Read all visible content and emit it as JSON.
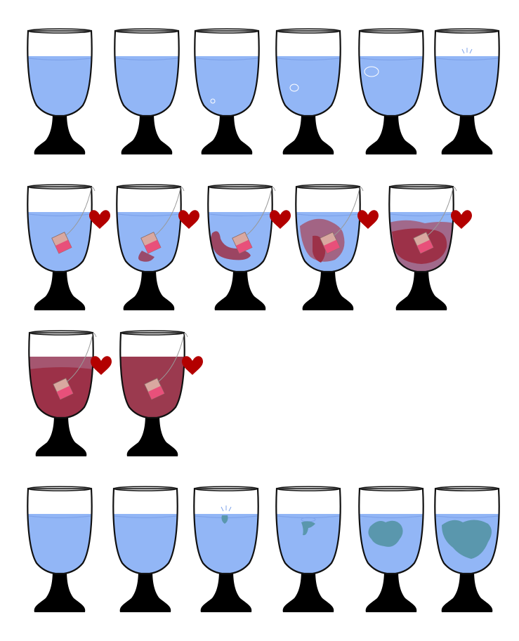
{
  "colors": {
    "water": "#92b6f6",
    "water_surface": "#7fa3ea",
    "glass_outline": "#111111",
    "stem": "#000000",
    "tea_light": "#a55670",
    "tea_dark": "#9c3148",
    "tea_full": "#9b3a4f",
    "teabag": "#d9a8a0",
    "teabag_dots": "#e8507a",
    "heart": "#b30000",
    "string": "#999999",
    "dye": "#5a97ad",
    "bubble": "#ffffff"
  },
  "sequences": [
    {
      "name": "bubbles",
      "frames": [
        {
          "stage": 0
        },
        {
          "stage": 0
        },
        {
          "stage": 1
        },
        {
          "stage": 2
        },
        {
          "stage": 3
        },
        {
          "stage": 4
        }
      ]
    },
    {
      "name": "tea-steeping",
      "frames": [
        {
          "stage": 0
        },
        {
          "stage": 1
        },
        {
          "stage": 2
        },
        {
          "stage": 3
        },
        {
          "stage": 4
        },
        {
          "stage": 5
        },
        {
          "stage": 6
        }
      ]
    },
    {
      "name": "dye-diffusion",
      "frames": [
        {
          "stage": 0
        },
        {
          "stage": 1
        },
        {
          "stage": 2
        },
        {
          "stage": 3
        },
        {
          "stage": 4
        },
        {
          "stage": 5
        }
      ]
    }
  ]
}
